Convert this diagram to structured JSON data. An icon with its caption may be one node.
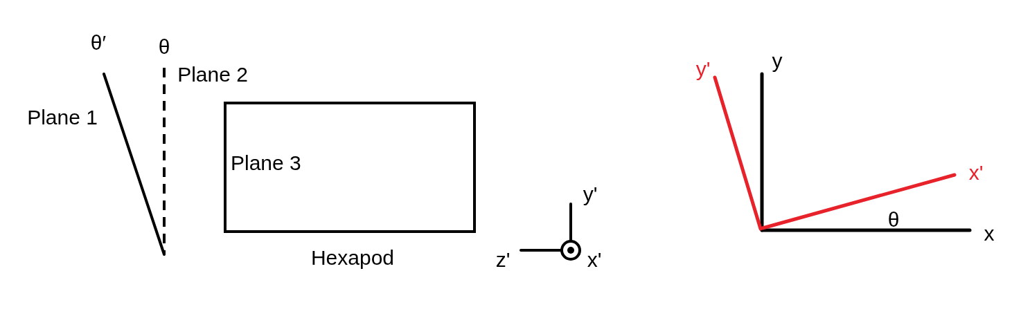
{
  "diagram": {
    "nodes": [
      {
        "text": [
          "Plane 3"
        ],
        "beside": [
          "Hexapod"
        ]
      }
    ],
    "edges": [],
    "labels": [
      "θ′",
      "θ",
      "Plane 2",
      "Plane 1",
      "y'",
      "z'",
      "x'",
      "y'",
      "y",
      "x'",
      "θ",
      "x"
    ]
  }
}
